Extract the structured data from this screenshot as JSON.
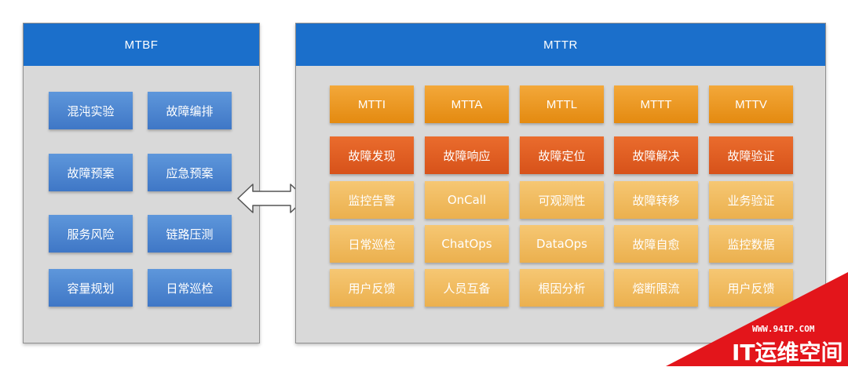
{
  "mtbf": {
    "title": "MTBF",
    "rows": [
      [
        "混沌实验",
        "故障编排"
      ],
      [
        "故障预案",
        "应急预案"
      ],
      [
        "服务风险",
        "链路压测"
      ],
      [
        "容量规划",
        "日常巡检"
      ]
    ]
  },
  "mttr": {
    "title": "MTTR",
    "columns": [
      {
        "header": "MTTI",
        "phase": "故障发现",
        "items": [
          "监控告警",
          "日常巡检",
          "用户反馈"
        ]
      },
      {
        "header": "MTTA",
        "phase": "故障响应",
        "items": [
          "OnCall",
          "ChatOps",
          "人员互备"
        ]
      },
      {
        "header": "MTTL",
        "phase": "故障定位",
        "items": [
          "可观测性",
          "DataOps",
          "根因分析"
        ]
      },
      {
        "header": "MTTT",
        "phase": "故障解决",
        "items": [
          "故障转移",
          "故障自愈",
          "熔断限流"
        ]
      },
      {
        "header": "MTTV",
        "phase": "故障验证",
        "items": [
          "业务验证",
          "监控数据",
          "用户反馈"
        ]
      }
    ]
  },
  "watermark": {
    "url": "WWW.94IP.COM",
    "text": "IT运维空间"
  },
  "colors": {
    "header_blue": "#1b6fcb",
    "cell_blue": "#4a82cf",
    "cell_orange": "#eb981f",
    "cell_red": "#de5c21",
    "cell_light": "#efba5c",
    "watermark_red": "#e3151b"
  }
}
